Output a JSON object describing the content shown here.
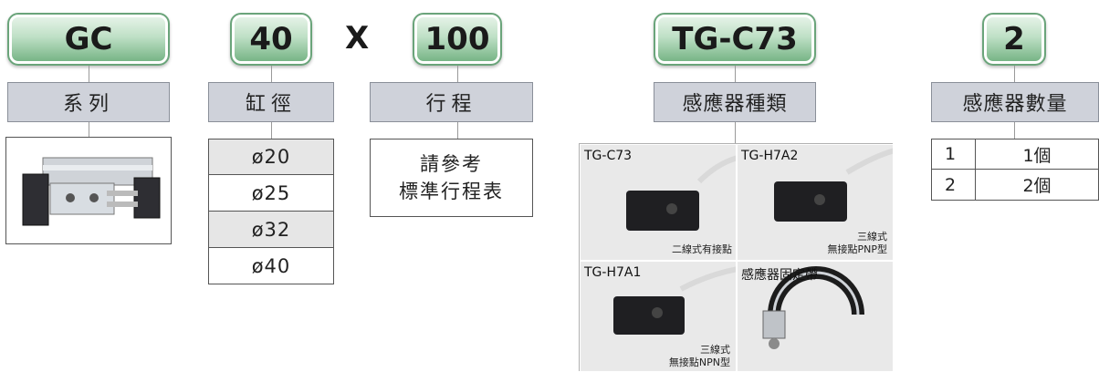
{
  "codes": {
    "series": "GC",
    "bore": "40",
    "times": "X",
    "stroke": "100",
    "sensor_type": "TG-C73",
    "sensor_qty": "2"
  },
  "labels": {
    "series": "系列",
    "bore": "缸徑",
    "stroke": "行程",
    "sensor_type": "感應器種類",
    "sensor_qty": "感應器數量"
  },
  "bore_sizes": [
    "ø20",
    "ø25",
    "ø32",
    "ø40"
  ],
  "stroke_note": {
    "line1": "請參考",
    "line2": "標準行程表"
  },
  "sensors": [
    {
      "title": "TG-C73",
      "note1": "二線式有接點",
      "note2": ""
    },
    {
      "title": "TG-H7A2",
      "note1": "三線式",
      "note2": "無接點PNP型"
    },
    {
      "title": "TG-H7A1",
      "note1": "三線式",
      "note2": "無接點NPN型"
    },
    {
      "title": "感應器固定帶",
      "note1": "",
      "note2": ""
    }
  ],
  "quantities": [
    {
      "key": "1",
      "value": "1個"
    },
    {
      "key": "2",
      "value": "2個"
    }
  ],
  "colors": {
    "code_green": "#6fb07f",
    "label_gray": "#cfd2da"
  }
}
